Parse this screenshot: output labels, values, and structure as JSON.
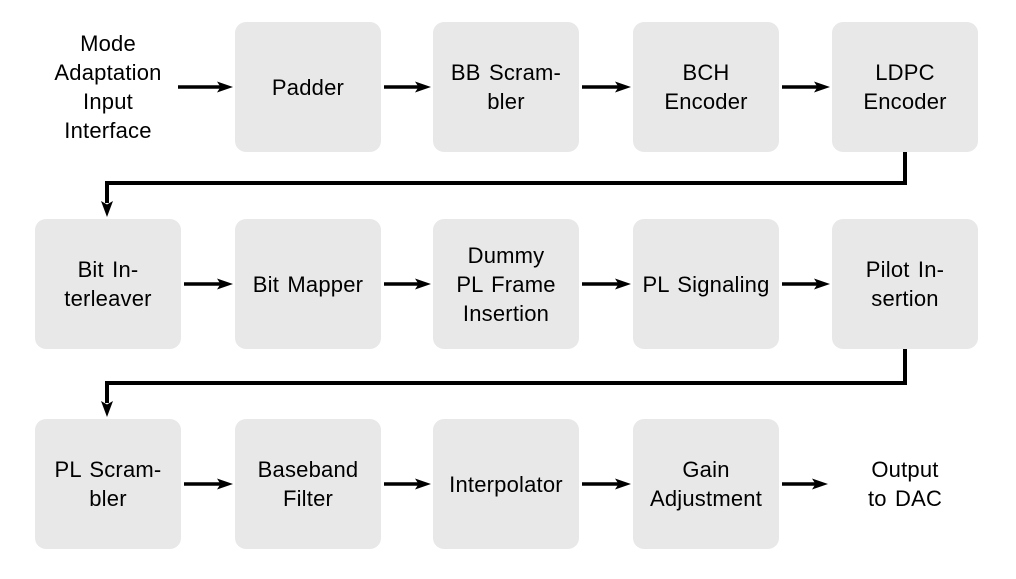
{
  "colors": {
    "background": "#ffffff",
    "box_fill": "#e8e8e8",
    "line": "#000000",
    "text": "#000000"
  },
  "nodes": [
    {
      "id": "mode-adaptation-input-interface",
      "kind": "text-label",
      "label": "Mode\nAdaptation\nInput\nInterface"
    },
    {
      "id": "padder",
      "kind": "box",
      "label": "Padder"
    },
    {
      "id": "bb-scrambler",
      "kind": "box",
      "label": "BB Scram-\nbler"
    },
    {
      "id": "bch-encoder",
      "kind": "box",
      "label": "BCH\nEncoder"
    },
    {
      "id": "ldpc-encoder",
      "kind": "box",
      "label": "LDPC\nEncoder"
    },
    {
      "id": "bit-interleaver",
      "kind": "box",
      "label": "Bit In-\nterleaver"
    },
    {
      "id": "bit-mapper",
      "kind": "box",
      "label": "Bit Mapper"
    },
    {
      "id": "dummy-pl-frame-insertion",
      "kind": "box",
      "label": "Dummy\nPL Frame\nInsertion"
    },
    {
      "id": "pl-signaling",
      "kind": "box",
      "label": "PL Signaling"
    },
    {
      "id": "pilot-insertion",
      "kind": "box",
      "label": "Pilot In-\nsertion"
    },
    {
      "id": "pl-scrambler",
      "kind": "box",
      "label": "PL Scram-\nbler"
    },
    {
      "id": "baseband-filter",
      "kind": "box",
      "label": "Baseband\nFilter"
    },
    {
      "id": "interpolator",
      "kind": "box",
      "label": "Interpolator"
    },
    {
      "id": "gain-adjustment",
      "kind": "box",
      "label": "Gain\nAdjustment"
    },
    {
      "id": "output-to-dac",
      "kind": "text-label",
      "label": "Output\nto DAC"
    }
  ],
  "flow_order": [
    "Mode Adaptation Input Interface",
    "Padder",
    "BB Scrambler",
    "BCH Encoder",
    "LDPC Encoder",
    "Bit Interleaver",
    "Bit Mapper",
    "Dummy PL Frame Insertion",
    "PL Signaling",
    "Pilot Insertion",
    "PL Scrambler",
    "Baseband Filter",
    "Interpolator",
    "Gain Adjustment",
    "Output to DAC"
  ]
}
